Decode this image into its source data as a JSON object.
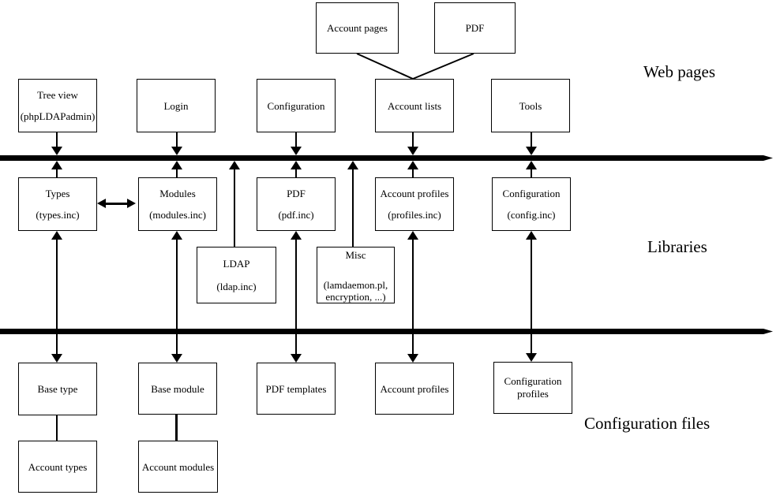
{
  "labels": {
    "web_pages": "Web pages",
    "libraries": "Libraries",
    "configuration_files": "Configuration files"
  },
  "boxes": {
    "account_pages": [
      "Account pages"
    ],
    "pdf_top": [
      "PDF"
    ],
    "tree_view": [
      "Tree view",
      "(phpLDAPadmin)"
    ],
    "login": [
      "Login"
    ],
    "configuration_web": [
      "Configuration"
    ],
    "account_lists": [
      "Account lists"
    ],
    "tools": [
      "Tools"
    ],
    "types": [
      "Types",
      "(types.inc)"
    ],
    "modules": [
      "Modules",
      "(modules.inc)"
    ],
    "pdf_lib": [
      "PDF",
      "(pdf.inc)"
    ],
    "account_profiles_lib": [
      "Account profiles",
      "(profiles.inc)"
    ],
    "configuration_lib": [
      "Configuration",
      "(config.inc)"
    ],
    "ldap": [
      "LDAP",
      "(ldap.inc)"
    ],
    "misc": [
      "Misc",
      "(lamdaemon.pl,",
      "encryption, ...)"
    ],
    "base_type": [
      "Base type"
    ],
    "base_module": [
      "Base module"
    ],
    "pdf_templates": [
      "PDF templates"
    ],
    "account_profiles_file": [
      "Account profiles"
    ],
    "configuration_profiles": [
      "Configuration",
      "profiles"
    ],
    "account_types": [
      "Account types"
    ],
    "account_modules": [
      "Account modules"
    ]
  },
  "colors": {
    "line": "#000000",
    "background": "#ffffff"
  }
}
